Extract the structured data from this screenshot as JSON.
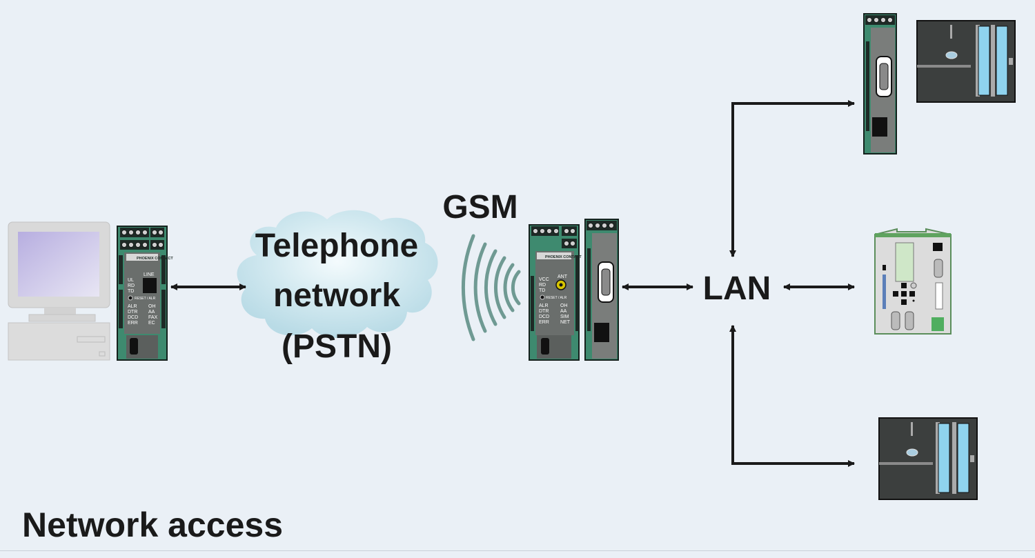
{
  "title": "Network access",
  "labels": {
    "gsm": "GSM",
    "pstn_line1": "Telephone",
    "pstn_line2": "network",
    "pstn_line3": "(PSTN)",
    "lan": "LAN"
  },
  "devices": {
    "modem_brand": "PHOENIX CONTACT",
    "analog_modem": {
      "port": "LINE",
      "reset": "RESET / ALR",
      "leds_top": [
        "UL",
        "RD",
        "TD"
      ],
      "leds_left": [
        "ALR",
        "DTR",
        "DCD",
        "ERR"
      ],
      "leds_right": [
        "OH",
        "AA",
        "FAX",
        "EC"
      ]
    },
    "gsm_modem": {
      "antenna": "ANT",
      "reset": "RESET / ALR",
      "leds_top": [
        "VCC",
        "RD",
        "TD"
      ],
      "leds_left": [
        "ALR",
        "DTR",
        "DCD",
        "ERR"
      ],
      "leds_right": [
        "OH",
        "AA",
        "SIM",
        "NET"
      ]
    }
  },
  "colors": {
    "background": "#eaf0f6",
    "cloud": "#c3dfe8",
    "device_green": "#3e8a6f",
    "device_dark": "#1e2a26",
    "waves": "#6f9a93",
    "arrow": "#1a1a1a",
    "plc_blue": "#8fd3ee"
  }
}
